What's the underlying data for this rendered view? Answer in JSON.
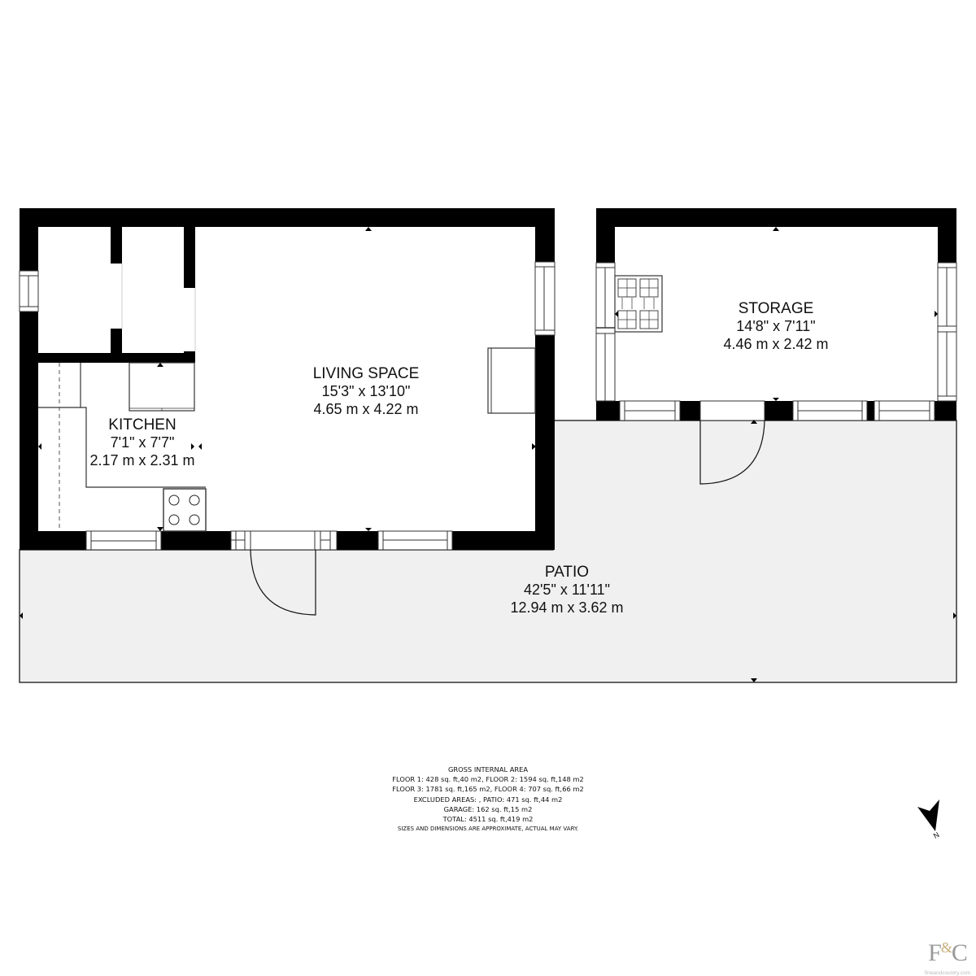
{
  "rooms": {
    "living_space": {
      "name": "LIVING SPACE",
      "imperial": "15'3\" x 13'10\"",
      "metric": "4.65 m x 4.22 m"
    },
    "kitchen": {
      "name": "KITCHEN",
      "imperial": "7'1\" x 7'7\"",
      "metric": "2.17 m x 2.31 m"
    },
    "storage": {
      "name": "STORAGE",
      "imperial": "14'8\" x 7'11\"",
      "metric": "4.46 m x 2.42 m"
    },
    "patio": {
      "name": "PATIO",
      "imperial": "42'5\" x 11'11\"",
      "metric": "12.94 m x 3.62 m"
    }
  },
  "gross_internal_area": {
    "title": "GROSS INTERNAL AREA",
    "lines": [
      "FLOOR 1: 428 sq. ft,40 m2, FLOOR 2: 1594 sq. ft,148 m2",
      "FLOOR 3: 1781 sq. ft,165 m2, FLOOR 4: 707 sq. ft,66 m2",
      "EXCLUDED AREAS: , PATIO: 471 sq. ft,44 m2",
      "GARAGE: 162 sq. ft,15 m2",
      "TOTAL: 4511 sq. ft,419 m2"
    ],
    "disclaimer": "SIZES AND DIMENSIONS ARE APPROXIMATE, ACTUAL MAY VARY."
  },
  "compass": {
    "label": "N",
    "icon": "north-arrow-icon"
  },
  "logo": {
    "letter_left": "F",
    "ampersand": "&",
    "letter_right": "C",
    "site": "fineandcountry.com"
  },
  "colors": {
    "wall": "#000000",
    "patio_fill": "#f0f0f0",
    "room_fill": "#ffffff",
    "logo_gold": "#c7ad7a",
    "logo_grey": "#9a9a9a"
  }
}
